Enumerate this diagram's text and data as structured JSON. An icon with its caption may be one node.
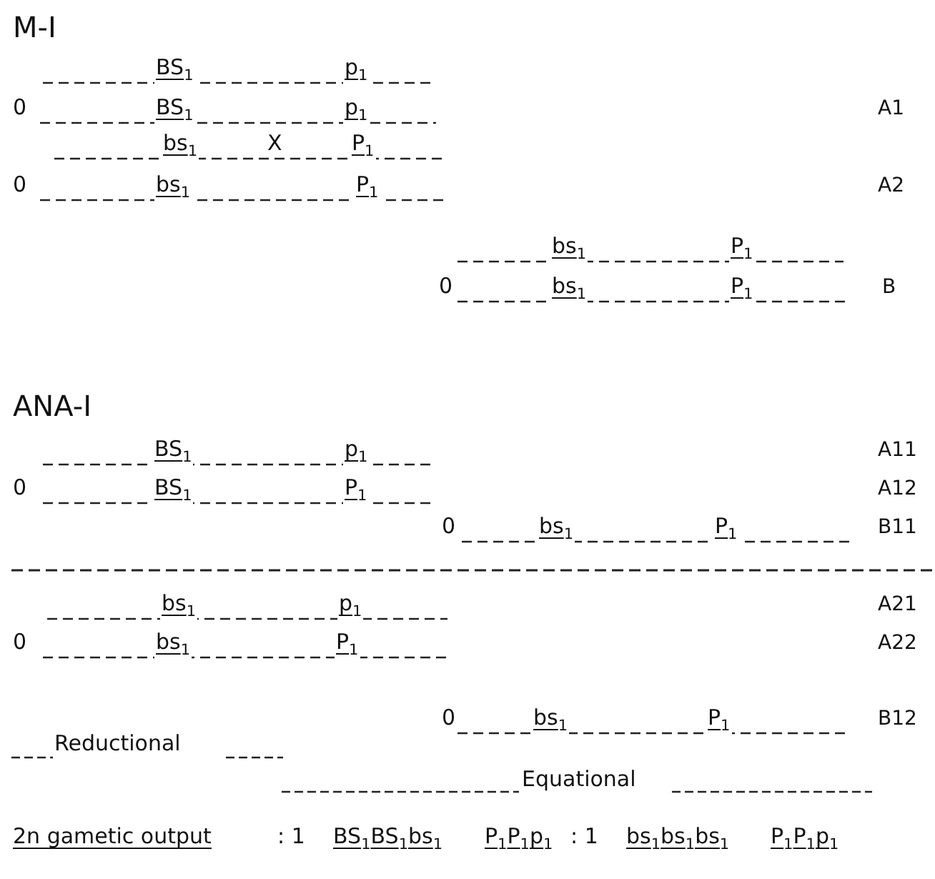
{
  "diagram": {
    "labels": [
      "M-I",
      "BS$_{1}$",
      "p$_{1}$",
      "0",
      "BS$_{1}$",
      "p$_{1}$",
      "A1",
      "bs$_{1}$",
      "X",
      "P$_{1}$",
      "0",
      "bs$_{1}$",
      "P$_{1}$",
      "A2",
      "bs$_{1}$",
      "P$_{1}$",
      "0",
      "bs$_{1}$",
      "P$_{1}$",
      "B",
      "ANA-I",
      "BS$_{1}$",
      "p$_{1}$",
      "A11",
      "0",
      "BS$_{1}$",
      "P$_{1}$",
      "A12",
      "0",
      "bs$_{1}$",
      "P$_{1}$",
      "B11",
      "bs$_{1}$",
      "p$_{1}$",
      "A21",
      "0",
      "bs$_{1}$",
      "P$_{1}$",
      "A22",
      "0",
      "bs$_{1}$",
      "P$_{1}$",
      "B12",
      "Reductional",
      "Equational",
      "2n gametic output",
      ": 1",
      "BS$_{1}$BS$_{1}$bs$_{1}$",
      "P$_{1}$P$_{1}$p$_{1}$",
      ": 1",
      "bs$_{1}$bs$_{1}$bs$_{1}$",
      "P$_{1}$P$_{1}$p$_{1}$"
    ]
  }
}
